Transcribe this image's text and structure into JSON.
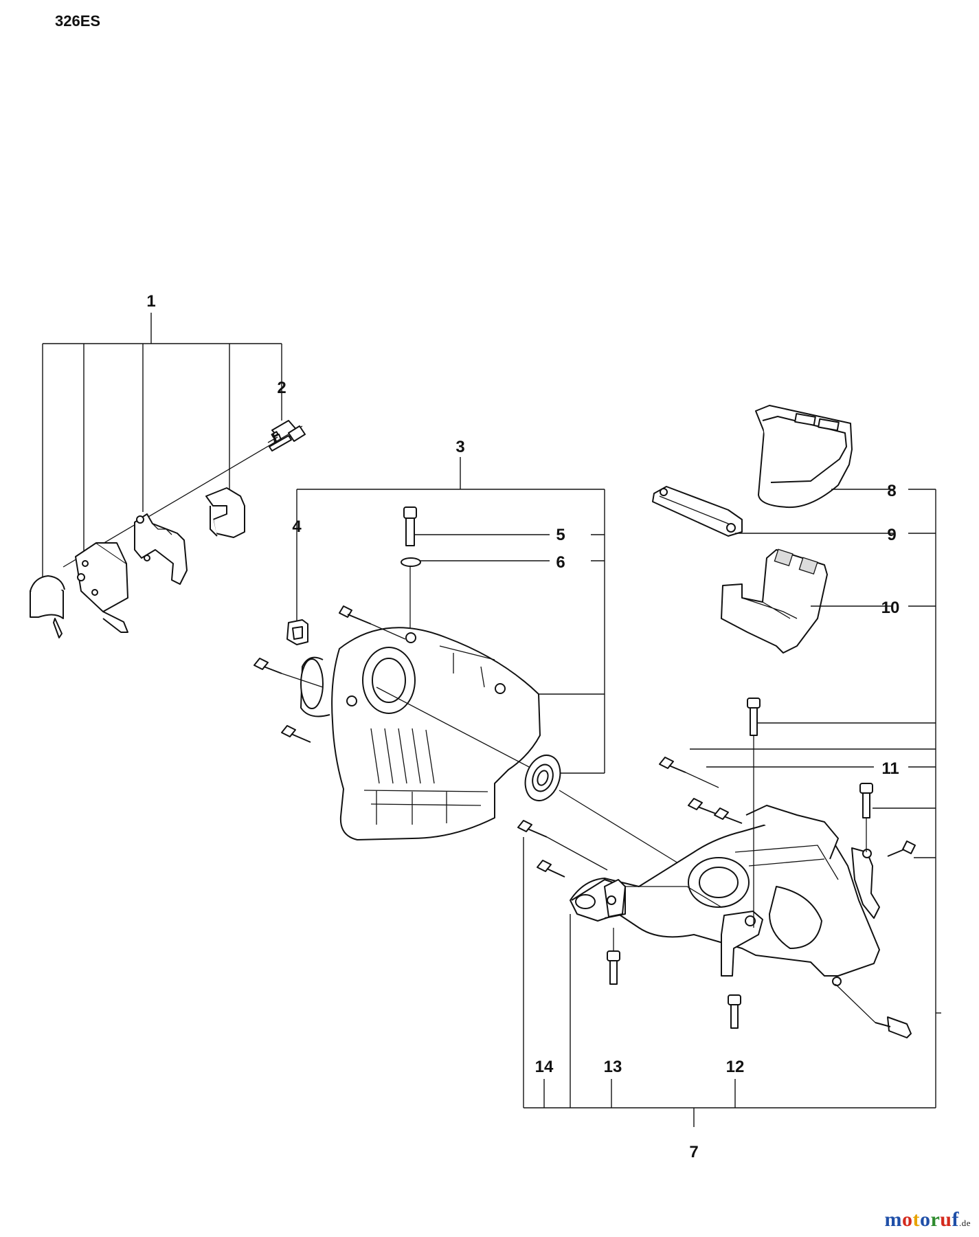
{
  "model": "326ES",
  "callouts": {
    "c1": "1",
    "c2": "2",
    "c3": "3",
    "c4": "4",
    "c5": "5",
    "c6": "6",
    "c7": "7",
    "c8": "8",
    "c9": "9",
    "c10": "10",
    "c11": "11",
    "c12": "12",
    "c13": "13",
    "c14": "14"
  },
  "watermark": {
    "letters": [
      "m",
      "o",
      "t",
      "o",
      "r",
      "u",
      "f"
    ],
    "colors": [
      "#1f4fa8",
      "#d42a1d",
      "#e8a300",
      "#1f4fa8",
      "#2e8b2e",
      "#d42a1d",
      "#1f4fa8"
    ],
    "suffix": ".de"
  }
}
